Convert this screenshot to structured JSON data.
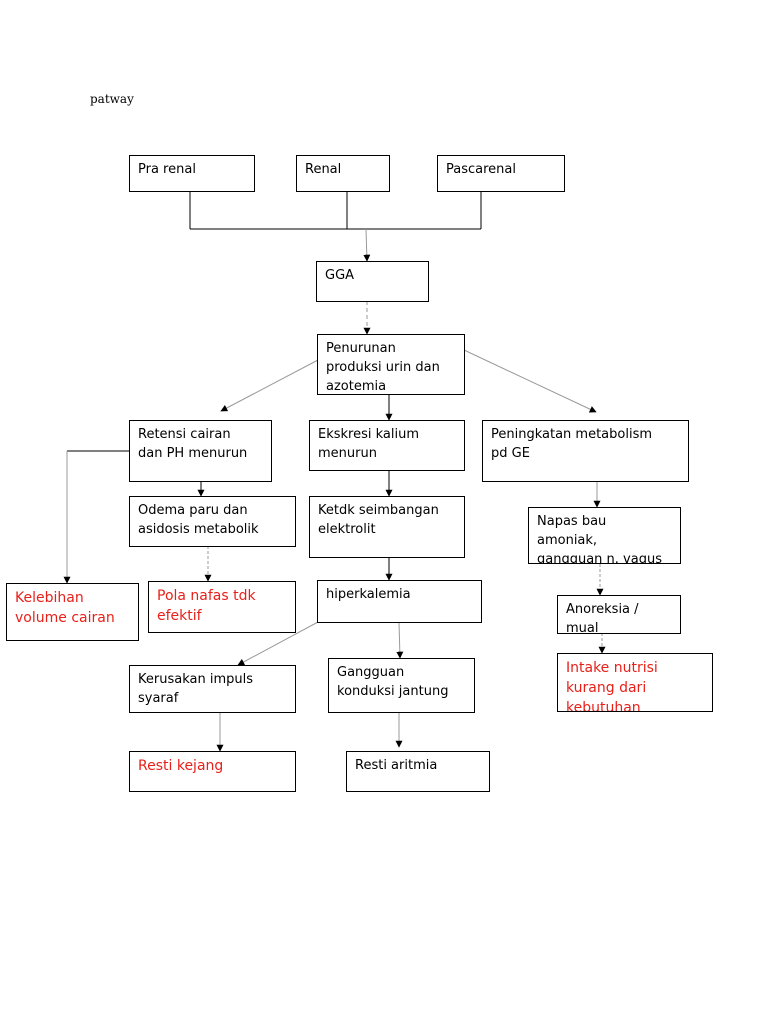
{
  "title": "patway",
  "nodes": {
    "pra_renal": "Pra renal",
    "renal": "Renal",
    "pascarenal": "Pascarenal",
    "gga": "GGA",
    "penurunan": "Penurunan\nproduksi urin dan\nazotemia",
    "retensi": "Retensi cairan\ndan PH menurun",
    "ekskresi": "Ekskresi kalium\nmenurun",
    "peningkatan": "Peningkatan metabolism\npd GE",
    "odema": "Odema paru dan\nasidosis metabolik",
    "ketdk": "Ketdk seimbangan\nelektrolit",
    "napas": "Napas bau\namoniak,\ngangguan n. vagus",
    "kelebihan": "Kelebihan\nvolume cairan",
    "pola_nafas": "Pola nafas tdk\nefektif",
    "hiperkalemia": "hiperkalemia",
    "anoreksia": "Anoreksia /\nmual",
    "intake": "Intake nutrisi\nkurang dari\nkebutuhan",
    "kerusakan": "Kerusakan impuls\nsyaraf",
    "gangguan": "Gangguan\nkonduksi  jantung",
    "resti_kejang": "Resti kejang",
    "resti_aritmia": "Resti aritmia"
  },
  "colors": {
    "line": "#000000",
    "faint_line": "#999999",
    "diagnosis_text": "#e8201a"
  }
}
